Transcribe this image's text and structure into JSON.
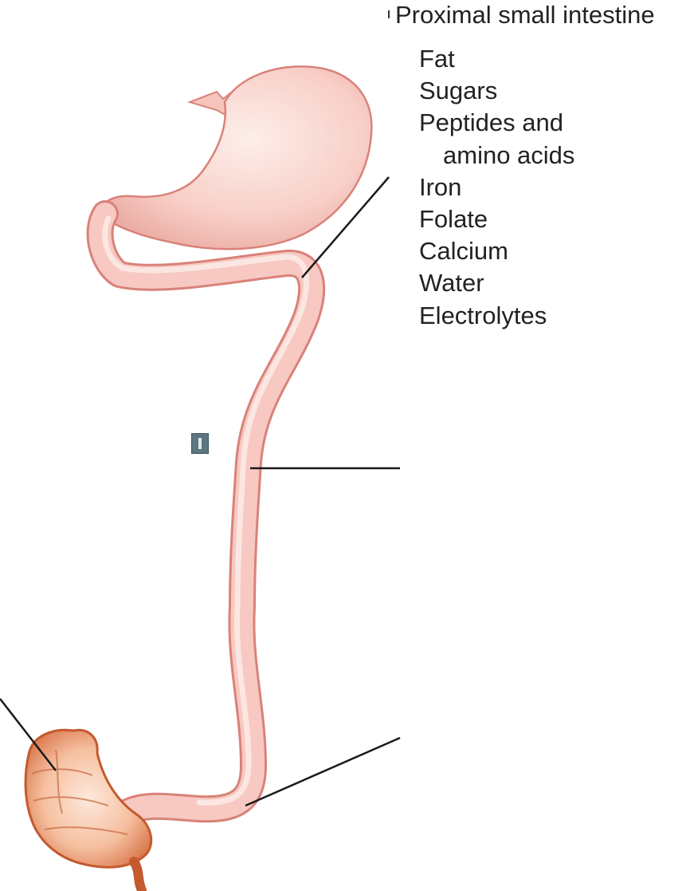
{
  "labels": {
    "region_title": "Proximal small intestine",
    "nutrients": [
      "Fat",
      "Sugars",
      "Peptides and",
      "amino acids",
      "Iron",
      "Folate",
      "Calcium",
      "Water",
      "Electrolytes"
    ]
  },
  "colors": {
    "organ_fill": "#f7c9c2",
    "organ_outline": "#d98279",
    "organ_highlight": "#fdeeea",
    "colon_fill": "#f4b48f",
    "colon_outline": "#c45a2e",
    "leader_line": "#1a1a1a",
    "marker_box": "#5d7680"
  }
}
